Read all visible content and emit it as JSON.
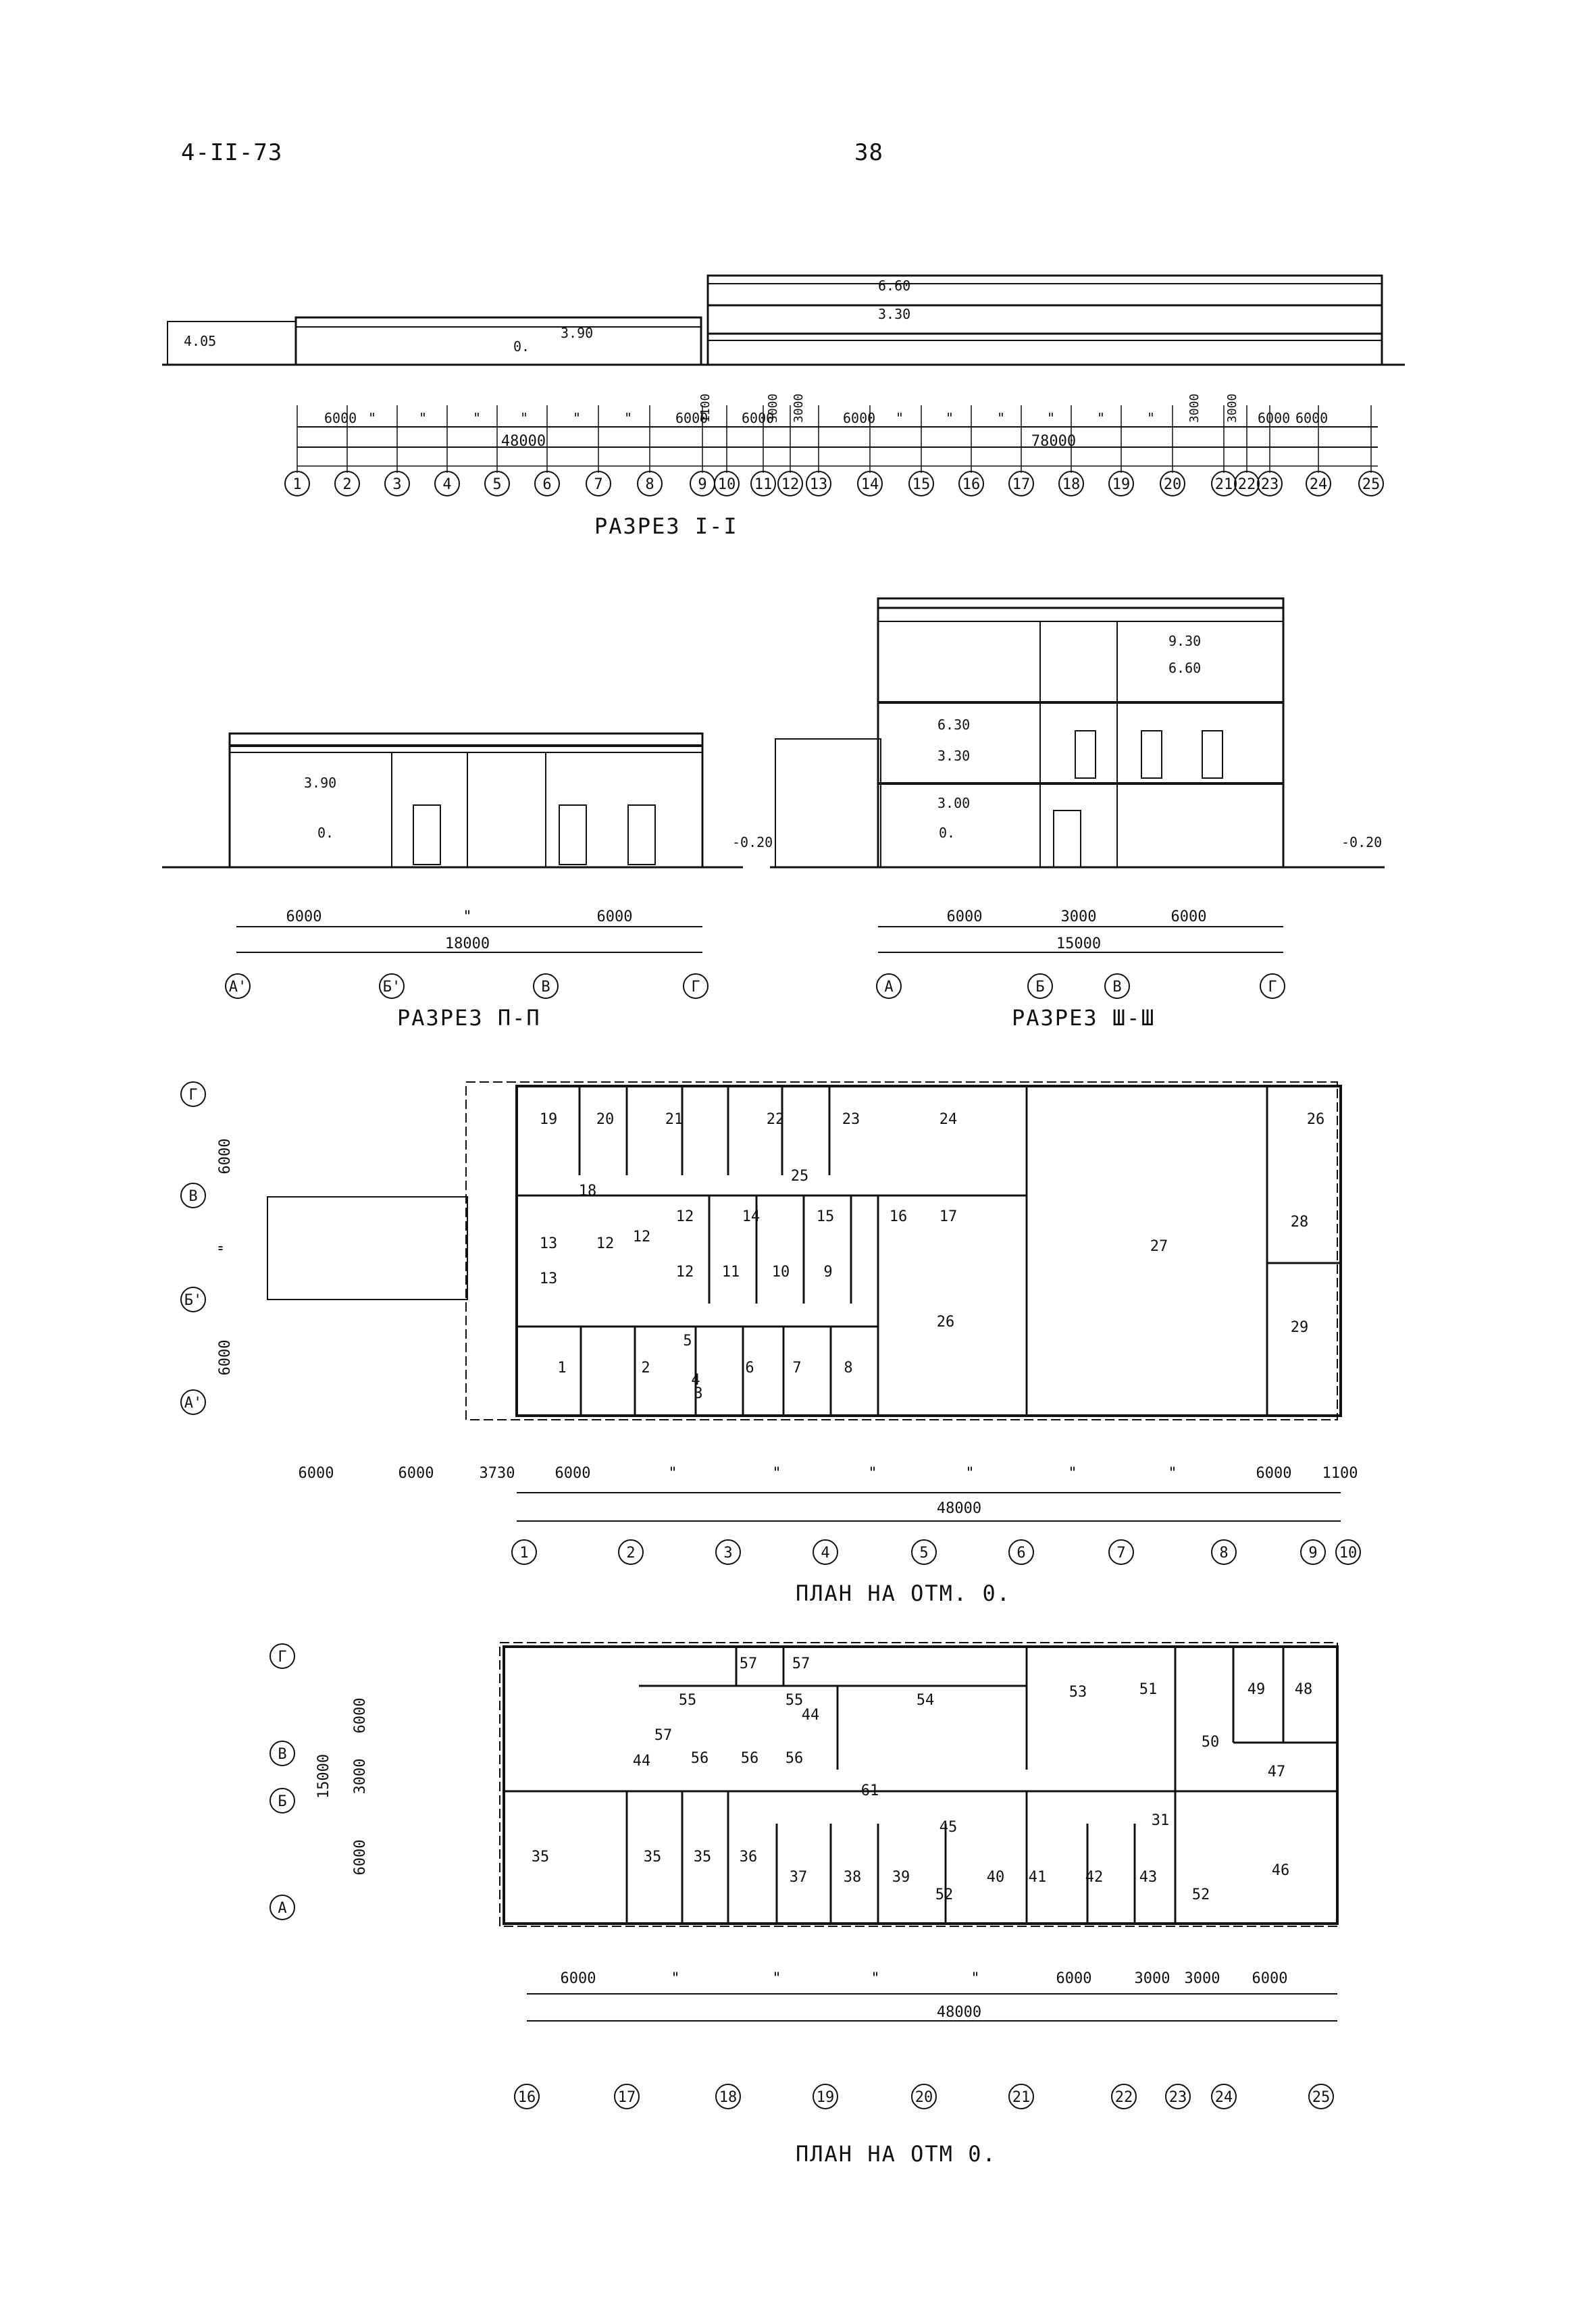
{
  "header": {
    "doc_code": "4-II-73",
    "page_number": "38"
  },
  "section_1": {
    "caption": "РАЗРЕЗ I-I",
    "level_marks": [
      "6.60",
      "3.30",
      "3.90",
      "0.",
      "4.05"
    ],
    "dims_top": [
      "6000",
      "\"",
      "\"",
      "\"",
      "\"",
      "\"",
      "\"",
      "6000",
      "1100",
      "6000",
      "3000",
      "3000",
      "6000",
      "\"",
      "\"",
      "\"",
      "\"",
      "\"",
      "\"",
      "3000",
      "3000",
      "6000",
      "6000"
    ],
    "dims_totals": [
      "48000",
      "78000"
    ],
    "axes": [
      "1",
      "2",
      "3",
      "4",
      "5",
      "6",
      "7",
      "8",
      "9",
      "10",
      "11",
      "12",
      "13",
      "14",
      "15",
      "16",
      "17",
      "18",
      "19",
      "20",
      "21",
      "22",
      "23",
      "24",
      "25"
    ]
  },
  "section_2": {
    "caption": "РАЗРЕЗ П-П",
    "level_marks": [
      "3.90",
      "0.",
      "-0.20"
    ],
    "dims": [
      "6000",
      "\"",
      "6000"
    ],
    "total": "18000",
    "axes": [
      "А'",
      "Б'",
      "В",
      "Г"
    ]
  },
  "section_3": {
    "caption": "РАЗРЕЗ Ш-Ш",
    "level_marks": [
      "9.30",
      "6.60",
      "6.30",
      "3.30",
      "3.00",
      "0.",
      "-0.20"
    ],
    "dims": [
      "6000",
      "3000",
      "6000"
    ],
    "total": "15000",
    "axes": [
      "А",
      "Б",
      "В",
      "Г"
    ]
  },
  "plan_1": {
    "caption": "ПЛАН НА ОТМ.  0.",
    "row_axes": [
      "Г",
      "В",
      "Б'",
      "А'"
    ],
    "side_dims": [
      "6000",
      "\"",
      "6000"
    ],
    "bottom_dims": [
      "6000",
      "6000",
      "3730",
      "6000",
      "\"",
      "\"",
      "\"",
      "\"",
      "\"",
      "\"",
      "6000",
      "1100"
    ],
    "total": "48000",
    "axes": [
      "1",
      "2",
      "3",
      "4",
      "5",
      "6",
      "7",
      "8",
      "9",
      "10"
    ],
    "rooms": [
      "19",
      "20",
      "21",
      "22",
      "23",
      "24",
      "25",
      "26",
      "18",
      "12",
      "14",
      "15",
      "16",
      "17",
      "13",
      "12",
      "12",
      "13",
      "12",
      "11",
      "10",
      "9",
      "27",
      "28",
      "26",
      "29",
      "1",
      "2",
      "3",
      "4",
      "5",
      "6",
      "7",
      "8"
    ]
  },
  "plan_2": {
    "caption": "ПЛАН НА ОТМ  0.",
    "row_axes": [
      "Г",
      "В",
      "Б",
      "А"
    ],
    "side_dims": [
      "6000",
      "15000",
      "3000",
      "6000"
    ],
    "bottom_dims": [
      "6000",
      "\"",
      "\"",
      "\"",
      "\"",
      "6000",
      "3000",
      "3000",
      "6000"
    ],
    "total": "48000",
    "axes": [
      "16",
      "17",
      "18",
      "19",
      "20",
      "21",
      "22",
      "23",
      "24",
      "25"
    ],
    "rooms": [
      "57",
      "57",
      "55",
      "55",
      "54",
      "53",
      "51",
      "49",
      "48",
      "57",
      "44",
      "44",
      "56",
      "56",
      "56",
      "50",
      "47",
      "61",
      "31",
      "45",
      "35",
      "35",
      "35",
      "36",
      "37",
      "38",
      "39",
      "40",
      "41",
      "42",
      "43",
      "46",
      "52",
      "52"
    ]
  }
}
